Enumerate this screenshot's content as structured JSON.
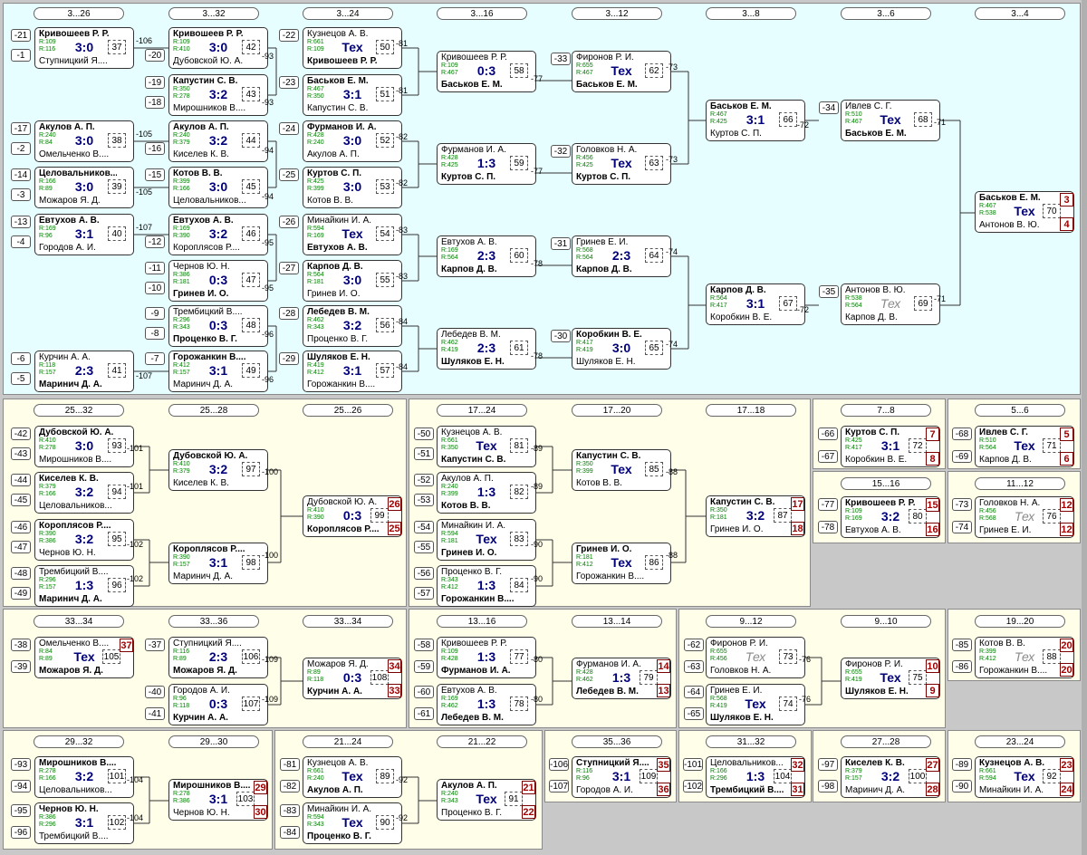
{
  "panels": {
    "main": {
      "headers": [
        "3...26",
        "3...32",
        "3...24",
        "3...16",
        "3...12",
        "3...8",
        "3...6",
        "3...4"
      ]
    },
    "p25_32": {
      "headers": [
        "25...32",
        "25...28",
        "25...26"
      ]
    },
    "p17_24": {
      "headers": [
        "17...24",
        "17...20",
        "17...18"
      ]
    },
    "p7_8": {
      "headers": [
        "7...8"
      ]
    },
    "p5_6": {
      "headers": [
        "5...6"
      ]
    },
    "p15_16": {
      "headers": [
        "15...16"
      ]
    },
    "p11_12": {
      "headers": [
        "11...12"
      ]
    },
    "p33_34": {
      "headers": [
        "33...34",
        "33...36",
        "33...34"
      ]
    },
    "p13_16": {
      "headers": [
        "13...16",
        "13...14"
      ]
    },
    "p9_12": {
      "headers": [
        "9...12",
        "9...10"
      ]
    },
    "p19_20": {
      "headers": [
        "19...20"
      ]
    },
    "p29_32": {
      "headers": [
        "29...32",
        "29...30"
      ]
    },
    "p21_24": {
      "headers": [
        "21...24",
        "21...22"
      ]
    },
    "p35_36": {
      "headers": [
        "35...36"
      ]
    },
    "p31_32": {
      "headers": [
        "31...32"
      ]
    },
    "p27_28": {
      "headers": [
        "27...28"
      ]
    },
    "p23_24": {
      "headers": [
        "23...24"
      ]
    }
  },
  "matches": [
    {
      "p1": "Кривошеев Р. Р.",
      "b1": true,
      "r1": "R:109",
      "p2": "Ступницкий Я....",
      "b2": false,
      "r2": "R:116",
      "score": "3:0",
      "id": "37"
    },
    {
      "p1": "Акулов А. П.",
      "b1": true,
      "r1": "R:240",
      "p2": "Омельченко В....",
      "b2": false,
      "r2": "R:84",
      "score": "3:0",
      "id": "38"
    },
    {
      "p1": "Целовальников...",
      "b1": true,
      "r1": "R:166",
      "p2": "Можаров Я. Д.",
      "b2": false,
      "r2": "R:89",
      "score": "3:0",
      "id": "39"
    },
    {
      "p1": "Евтухов А. В.",
      "b1": true,
      "r1": "R:169",
      "p2": "Городов А. И.",
      "b2": false,
      "r2": "R:96",
      "score": "3:1",
      "id": "40"
    },
    {
      "p1": "Курчин А. А.",
      "b1": false,
      "r1": "R:118",
      "p2": "Маринич Д. А.",
      "b2": true,
      "r2": "R:157",
      "score": "2:3",
      "id": "41"
    },
    {
      "p1": "Кривошеев Р. Р.",
      "b1": true,
      "r1": "R:109",
      "p2": "Дубовской Ю. А.",
      "b2": false,
      "r2": "R:410",
      "score": "3:0",
      "id": "42"
    },
    {
      "p1": "Капустин С. В.",
      "b1": true,
      "r1": "R:350",
      "p2": "Мирошников В....",
      "b2": false,
      "r2": "R:278",
      "score": "3:2",
      "id": "43"
    },
    {
      "p1": "Акулов А. П.",
      "b1": true,
      "r1": "R:240",
      "p2": "Киселев К. В.",
      "b2": false,
      "r2": "R:379",
      "score": "3:2",
      "id": "44"
    },
    {
      "p1": "Котов В. В.",
      "b1": true,
      "r1": "R:399",
      "p2": "Целовальников...",
      "b2": false,
      "r2": "R:166",
      "score": "3:0",
      "id": "45"
    },
    {
      "p1": "Евтухов А. В.",
      "b1": true,
      "r1": "R:169",
      "p2": "Короплясов Р....",
      "b2": false,
      "r2": "R:390",
      "score": "3:2",
      "id": "46"
    },
    {
      "p1": "Чернов Ю. Н.",
      "b1": false,
      "r1": "R:386",
      "p2": "Гринев И. О.",
      "b2": true,
      "r2": "R:181",
      "score": "0:3",
      "id": "47"
    },
    {
      "p1": "Трембицкий В....",
      "b1": false,
      "r1": "R:296",
      "p2": "Проценко В. Г.",
      "b2": true,
      "r2": "R:343",
      "score": "0:3",
      "id": "48"
    },
    {
      "p1": "Горожанкин В....",
      "b1": true,
      "r1": "R:412",
      "p2": "Маринич Д. А.",
      "b2": false,
      "r2": "R:157",
      "score": "3:1",
      "id": "49"
    },
    {
      "p1": "Кузнецов А. В.",
      "b1": false,
      "r1": "R:661",
      "p2": "Кривошеев Р. Р.",
      "b2": true,
      "r2": "R:109",
      "score": "Тех",
      "id": "50"
    },
    {
      "p1": "Баськов Е. М.",
      "b1": true,
      "r1": "R:467",
      "p2": "Капустин С. В.",
      "b2": false,
      "r2": "R:350",
      "score": "3:1",
      "id": "51"
    },
    {
      "p1": "Фурманов И. А.",
      "b1": true,
      "r1": "R:428",
      "p2": "Акулов А. П.",
      "b2": false,
      "r2": "R:240",
      "score": "3:0",
      "id": "52"
    },
    {
      "p1": "Куртов С. П.",
      "b1": true,
      "r1": "R:425",
      "p2": "Котов В. В.",
      "b2": false,
      "r2": "R:399",
      "score": "3:0",
      "id": "53"
    },
    {
      "p1": "Минайкин И. А.",
      "b1": false,
      "r1": "R:594",
      "p2": "Евтухов А. В.",
      "b2": true,
      "r2": "R:169",
      "score": "Тех",
      "id": "54"
    },
    {
      "p1": "Карпов Д. В.",
      "b1": true,
      "r1": "R:564",
      "p2": "Гринев И. О.",
      "b2": false,
      "r2": "R:181",
      "score": "3:0",
      "id": "55"
    },
    {
      "p1": "Лебедев В. М.",
      "b1": true,
      "r1": "R:462",
      "p2": "Проценко В. Г.",
      "b2": false,
      "r2": "R:343",
      "score": "3:2",
      "id": "56"
    },
    {
      "p1": "Шуляков Е. Н.",
      "b1": true,
      "r1": "R:419",
      "p2": "Горожанкин В....",
      "b2": false,
      "r2": "R:412",
      "score": "3:1",
      "id": "57"
    },
    {
      "p1": "Кривошеев Р. Р.",
      "b1": false,
      "r1": "R:109",
      "p2": "Баськов Е. М.",
      "b2": true,
      "r2": "R:467",
      "score": "0:3",
      "id": "58"
    },
    {
      "p1": "Фурманов И. А.",
      "b1": false,
      "r1": "R:428",
      "p2": "Куртов С. П.",
      "b2": true,
      "r2": "R:425",
      "score": "1:3",
      "id": "59"
    },
    {
      "p1": "Евтухов А. В.",
      "b1": false,
      "r1": "R:169",
      "p2": "Карпов Д. В.",
      "b2": true,
      "r2": "R:564",
      "score": "2:3",
      "id": "60"
    },
    {
      "p1": "Лебедев В. М.",
      "b1": false,
      "r1": "R:462",
      "p2": "Шуляков Е. Н.",
      "b2": true,
      "r2": "R:419",
      "score": "2:3",
      "id": "61"
    },
    {
      "p1": "Фиронов Р. И.",
      "b1": false,
      "r1": "R:655",
      "p2": "Баськов Е. М.",
      "b2": true,
      "r2": "R:467",
      "score": "Тех",
      "id": "62"
    },
    {
      "p1": "Головков Н. А.",
      "b1": false,
      "r1": "R:456",
      "p2": "Куртов С. П.",
      "b2": true,
      "r2": "R:425",
      "score": "Тех",
      "id": "63"
    },
    {
      "p1": "Гринев Е. И.",
      "b1": false,
      "r1": "R:568",
      "p2": "Карпов Д. В.",
      "b2": true,
      "r2": "R:564",
      "score": "2:3",
      "id": "64"
    },
    {
      "p1": "Коробкин В. Е.",
      "b1": true,
      "r1": "R:417",
      "p2": "Шуляков Е. Н.",
      "b2": false,
      "r2": "R:419",
      "score": "3:0",
      "id": "65"
    },
    {
      "p1": "Баськов Е. М.",
      "b1": true,
      "r1": "R:467",
      "p2": "Куртов С. П.",
      "b2": false,
      "r2": "R:425",
      "score": "3:1",
      "id": "66"
    },
    {
      "p1": "Карпов Д. В.",
      "b1": true,
      "r1": "R:564",
      "p2": "Коробкин В. Е.",
      "b2": false,
      "r2": "R:417",
      "score": "3:1",
      "id": "67"
    },
    {
      "p1": "Ивлев С. Г.",
      "b1": false,
      "r1": "R:510",
      "p2": "Баськов Е. М.",
      "b2": true,
      "r2": "R:467",
      "score": "Тех",
      "id": "68"
    },
    {
      "p1": "Антонов В. Ю.",
      "b1": false,
      "r1": "R:538",
      "p2": "Карпов Д. В.",
      "b2": false,
      "r2": "R:564",
      "score": "Тех",
      "id": "69",
      "it": true
    },
    {
      "p1": "Баськов Е. М.",
      "b1": true,
      "r1": "R:467",
      "p2": "Антонов В. Ю.",
      "b2": false,
      "r2": "R:538",
      "score": "Тех",
      "id": "70",
      "pt": "3",
      "pb": "4"
    },
    {
      "p1": "Дубовской Ю. А.",
      "b1": true,
      "r1": "R:410",
      "p2": "Мирошников В....",
      "b2": false,
      "r2": "R:278",
      "score": "3:0",
      "id": "93"
    },
    {
      "p1": "Киселев К. В.",
      "b1": true,
      "r1": "R:379",
      "p2": "Целовальников...",
      "b2": false,
      "r2": "R:166",
      "score": "3:2",
      "id": "94"
    },
    {
      "p1": "Короплясов Р....",
      "b1": true,
      "r1": "R:390",
      "p2": "Чернов Ю. Н.",
      "b2": false,
      "r2": "R:386",
      "score": "3:2",
      "id": "95"
    },
    {
      "p1": "Трембицкий В....",
      "b1": false,
      "r1": "R:296",
      "p2": "Маринич Д. А.",
      "b2": true,
      "r2": "R:157",
      "score": "1:3",
      "id": "96"
    },
    {
      "p1": "Дубовской Ю. А.",
      "b1": true,
      "r1": "R:410",
      "p2": "Киселев К. В.",
      "b2": false,
      "r2": "R:379",
      "score": "3:2",
      "id": "97"
    },
    {
      "p1": "Короплясов Р....",
      "b1": true,
      "r1": "R:390",
      "p2": "Маринич Д. А.",
      "b2": false,
      "r2": "R:157",
      "score": "3:1",
      "id": "98"
    },
    {
      "p1": "Дубовской Ю. А.",
      "b1": false,
      "r1": "R:410",
      "p2": "Короплясов Р....",
      "b2": true,
      "r2": "R:390",
      "score": "0:3",
      "id": "99",
      "pt": "26",
      "pb": "25"
    },
    {
      "p1": "Кузнецов А. В.",
      "b1": false,
      "r1": "R:661",
      "p2": "Капустин С. В.",
      "b2": true,
      "r2": "R:350",
      "score": "Тех",
      "id": "81"
    },
    {
      "p1": "Акулов А. П.",
      "b1": false,
      "r1": "R:240",
      "p2": "Котов В. В.",
      "b2": true,
      "r2": "R:399",
      "score": "1:3",
      "id": "82"
    },
    {
      "p1": "Минайкин И. А.",
      "b1": false,
      "r1": "R:594",
      "p2": "Гринев И. О.",
      "b2": true,
      "r2": "R:181",
      "score": "Тех",
      "id": "83"
    },
    {
      "p1": "Проценко В. Г.",
      "b1": false,
      "r1": "R:343",
      "p2": "Горожанкин В....",
      "b2": true,
      "r2": "R:412",
      "score": "1:3",
      "id": "84"
    },
    {
      "p1": "Капустин С. В.",
      "b1": true,
      "r1": "R:350",
      "p2": "Котов В. В.",
      "b2": false,
      "r2": "R:399",
      "score": "Тех",
      "id": "85"
    },
    {
      "p1": "Гринев И. О.",
      "b1": true,
      "r1": "R:181",
      "p2": "Горожанкин В....",
      "b2": false,
      "r2": "R:412",
      "score": "Тех",
      "id": "86"
    },
    {
      "p1": "Капустин С. В.",
      "b1": true,
      "r1": "R:350",
      "p2": "Гринев И. О.",
      "b2": false,
      "r2": "R:181",
      "score": "3:2",
      "id": "87",
      "pt": "17",
      "pb": "18"
    },
    {
      "p1": "Куртов С. П.",
      "b1": true,
      "r1": "R:425",
      "p2": "Коробкин В. Е.",
      "b2": false,
      "r2": "R:417",
      "score": "3:1",
      "id": "72",
      "pt": "7",
      "pb": "8"
    },
    {
      "p1": "Ивлев С. Г.",
      "b1": true,
      "r1": "R:510",
      "p2": "Карпов Д. В.",
      "b2": false,
      "r2": "R:564",
      "score": "Тех",
      "id": "71",
      "pt": "5",
      "pb": "6"
    },
    {
      "p1": "Кривошеев Р. Р.",
      "b1": true,
      "r1": "R:109",
      "p2": "Евтухов А. В.",
      "b2": false,
      "r2": "R:169",
      "score": "3:2",
      "id": "80",
      "pt": "15",
      "pb": "16"
    },
    {
      "p1": "Головков Н. А.",
      "b1": false,
      "r1": "R:456",
      "p2": "Гринев Е. И.",
      "b2": false,
      "r2": "R:568",
      "score": "Тех",
      "id": "76",
      "pt": "12",
      "pb": "12",
      "it": true
    },
    {
      "p1": "Омельченко В....",
      "b1": false,
      "r1": "R:84",
      "p2": "Можаров Я. Д.",
      "b2": true,
      "r2": "R:89",
      "score": "Тех",
      "id": "105",
      "pt": "37"
    },
    {
      "p1": "Ступницкий Я....",
      "b1": false,
      "r1": "R:116",
      "p2": "Можаров Я. Д.",
      "b2": true,
      "r2": "R:89",
      "score": "2:3",
      "id": "106"
    },
    {
      "p1": "Городов А. И.",
      "b1": false,
      "r1": "R:96",
      "p2": "Курчин А. А.",
      "b2": true,
      "r2": "R:118",
      "score": "0:3",
      "id": "107"
    },
    {
      "p1": "Можаров Я. Д.",
      "b1": false,
      "r1": "R:89",
      "p2": "Курчин А. А.",
      "b2": true,
      "r2": "R:118",
      "score": "0:3",
      "id": "108",
      "pt": "34",
      "pb": "33"
    },
    {
      "p1": "Кривошеев Р. Р.",
      "b1": false,
      "r1": "R:109",
      "p2": "Фурманов И. А.",
      "b2": true,
      "r2": "R:428",
      "score": "1:3",
      "id": "77"
    },
    {
      "p1": "Евтухов А. В.",
      "b1": false,
      "r1": "R:169",
      "p2": "Лебедев В. М.",
      "b2": true,
      "r2": "R:462",
      "score": "1:3",
      "id": "78"
    },
    {
      "p1": "Фурманов И. А.",
      "b1": false,
      "r1": "R:428",
      "p2": "Лебедев В. М.",
      "b2": true,
      "r2": "R:462",
      "score": "1:3",
      "id": "79",
      "pt": "14",
      "pb": "13"
    },
    {
      "p1": "Фиронов Р. И.",
      "b1": false,
      "r1": "R:655",
      "p2": "Головков Н. А.",
      "b2": false,
      "r2": "R:456",
      "score": "Тех",
      "id": "73",
      "it": true
    },
    {
      "p1": "Гринев Е. И.",
      "b1": false,
      "r1": "R:568",
      "p2": "Шуляков Е. Н.",
      "b2": true,
      "r2": "R:419",
      "score": "Тех",
      "id": "74"
    },
    {
      "p1": "Фиронов Р. И.",
      "b1": false,
      "r1": "R:655",
      "p2": "Шуляков Е. Н.",
      "b2": true,
      "r2": "R:419",
      "score": "Тех",
      "id": "75",
      "pt": "10",
      "pb": "9"
    },
    {
      "p1": "Котов В. В.",
      "b1": false,
      "r1": "R:399",
      "p2": "Горожанкин В....",
      "b2": false,
      "r2": "R:412",
      "score": "Тех",
      "id": "88",
      "pt": "20",
      "pb": "20",
      "it": true
    },
    {
      "p1": "Мирошников В....",
      "b1": true,
      "r1": "R:278",
      "p2": "Целовальников...",
      "b2": false,
      "r2": "R:166",
      "score": "3:2",
      "id": "101"
    },
    {
      "p1": "Чернов Ю. Н.",
      "b1": true,
      "r1": "R:386",
      "p2": "Трембицкий В....",
      "b2": false,
      "r2": "R:296",
      "score": "3:1",
      "id": "102"
    },
    {
      "p1": "Мирошников В....",
      "b1": true,
      "r1": "R:278",
      "p2": "Чернов Ю. Н.",
      "b2": false,
      "r2": "R:386",
      "score": "3:1",
      "id": "103",
      "pt": "29",
      "pb": "30"
    },
    {
      "p1": "Кузнецов А. В.",
      "b1": false,
      "r1": "R:661",
      "p2": "Акулов А. П.",
      "b2": true,
      "r2": "R:240",
      "score": "Тех",
      "id": "89"
    },
    {
      "p1": "Минайкин И. А.",
      "b1": false,
      "r1": "R:594",
      "p2": "Проценко В. Г.",
      "b2": true,
      "r2": "R:343",
      "score": "Тех",
      "id": "90"
    },
    {
      "p1": "Акулов А. П.",
      "b1": true,
      "r1": "R:240",
      "p2": "Проценко В. Г.",
      "b2": false,
      "r2": "R:343",
      "score": "Тех",
      "id": "91",
      "pt": "21",
      "pb": "22"
    },
    {
      "p1": "Ступницкий Я....",
      "b1": true,
      "r1": "R:116",
      "p2": "Городов А. И.",
      "b2": false,
      "r2": "R:96",
      "score": "3:1",
      "id": "109",
      "pt": "35",
      "pb": "36"
    },
    {
      "p1": "Целовальников...",
      "b1": false,
      "r1": "R:166",
      "p2": "Трембицкий В....",
      "b2": true,
      "r2": "R:296",
      "score": "1:3",
      "id": "104",
      "pt": "32",
      "pb": "31"
    },
    {
      "p1": "Киселев К. В.",
      "b1": true,
      "r1": "R:379",
      "p2": "Маринич Д. А.",
      "b2": false,
      "r2": "R:157",
      "score": "3:2",
      "id": "100",
      "pt": "27",
      "pb": "28"
    },
    {
      "p1": "Кузнецов А. В.",
      "b1": true,
      "r1": "R:661",
      "p2": "Минайкин И. А.",
      "b2": false,
      "r2": "R:594",
      "score": "Тех",
      "id": "92",
      "pt": "23",
      "pb": "24"
    }
  ],
  "seeds": [
    "-21",
    "-1",
    "-17",
    "-2",
    "-14",
    "-3",
    "-13",
    "-4",
    "-6",
    "-5",
    "-20",
    "-19",
    "-18",
    "-16",
    "-15",
    "-12",
    "-11",
    "-10",
    "-9",
    "-8",
    "-7",
    "-22",
    "-23",
    "-24",
    "-25",
    "-26",
    "-27",
    "-28",
    "-29",
    "-33",
    "-32",
    "-31",
    "-30",
    "-34",
    "-35",
    "-42",
    "-43",
    "-44",
    "-45",
    "-46",
    "-47",
    "-48",
    "-49",
    "-50",
    "-51",
    "-52",
    "-53",
    "-54",
    "-55",
    "-56",
    "-57",
    "-66",
    "-67",
    "-68",
    "-69",
    "-77",
    "-78",
    "-73",
    "-74",
    "-38",
    "-39",
    "-37",
    "-40",
    "-41",
    "-58",
    "-59",
    "-60",
    "-61",
    "-62",
    "-63",
    "-64",
    "-65",
    "-85",
    "-86",
    "-93",
    "-94",
    "-95",
    "-96",
    "-81",
    "-82",
    "-83",
    "-84",
    "-106",
    "-107",
    "-101",
    "-102",
    "-97",
    "-98",
    "-89",
    "-90"
  ],
  "links": [
    "-106",
    "-105",
    "-105",
    "-107",
    "-107",
    "-93",
    "-93",
    "-94",
    "-94",
    "-95",
    "-95",
    "-96",
    "-96",
    "-81",
    "-81",
    "-82",
    "-82",
    "-83",
    "-83",
    "-84",
    "-84",
    "-77",
    "-77",
    "-78",
    "-78",
    "-73",
    "-73",
    "-74",
    "-74",
    "-72",
    "-72",
    "-71",
    "-71",
    "-101",
    "-101",
    "-102",
    "-102",
    "-100",
    "-100",
    "-89",
    "-89",
    "-90",
    "-90",
    "-88",
    "-88",
    "-109",
    "-109",
    "-80",
    "-80",
    "-76",
    "-76",
    "-104",
    "-104",
    "-92",
    "-92"
  ]
}
